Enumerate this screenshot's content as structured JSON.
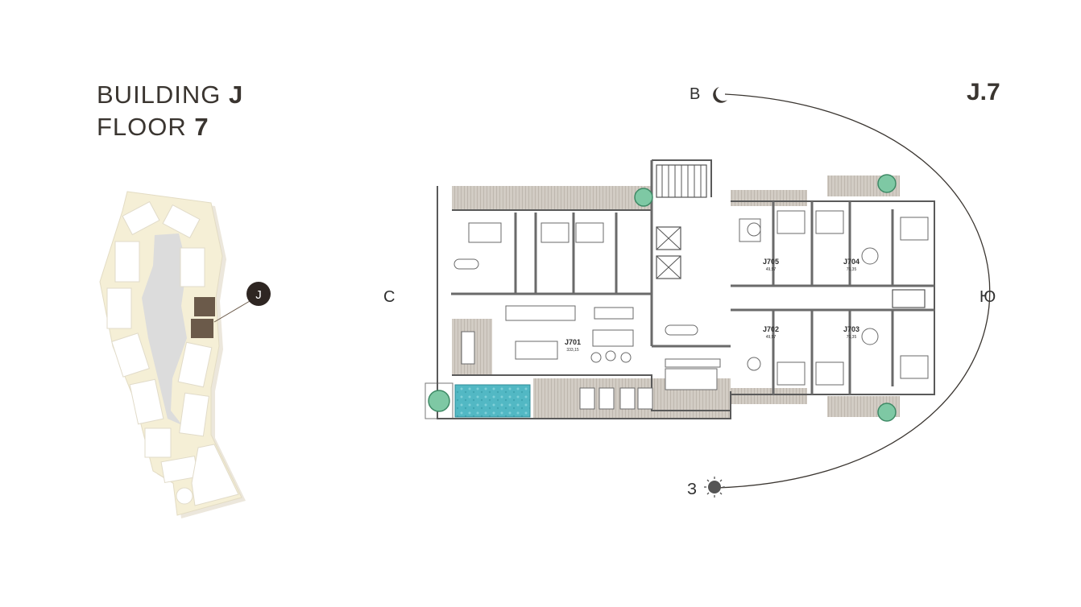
{
  "header": {
    "building_label": "BUILDING",
    "building_value": "J",
    "floor_label": "FLOOR",
    "floor_value": "7",
    "plan_code": "J.7"
  },
  "compass": {
    "north": "С",
    "east": "В",
    "south": "Ю",
    "west": "З"
  },
  "site_map": {
    "marker_label": "J",
    "colors": {
      "site": "#f5efd6",
      "building": "#ffffff",
      "highlight": "#6b5a4a",
      "marker": "#2e2622"
    }
  },
  "units": [
    {
      "id": "J701",
      "area": "333,15"
    },
    {
      "id": "J702",
      "area": "49,97"
    },
    {
      "id": "J703",
      "area": "70,35"
    },
    {
      "id": "J704",
      "area": "70,35"
    },
    {
      "id": "J705",
      "area": "49,97"
    }
  ],
  "colors": {
    "pool": "#52b8c4",
    "wall": "#5a5a5a",
    "terrace": "#b9b2a9",
    "accent": "#3a3530"
  }
}
